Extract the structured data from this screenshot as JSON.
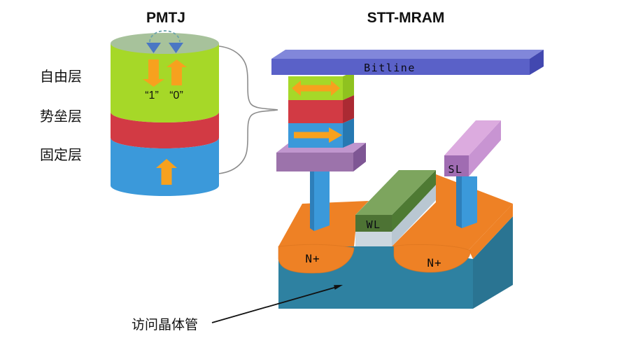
{
  "titles": {
    "pmtj": "PMTJ",
    "stt_mram": "STT-MRAM"
  },
  "pmtj": {
    "labels": {
      "free_layer": "自由层",
      "barrier_layer": "势垒层",
      "fixed_layer": "固定层"
    },
    "states": {
      "one": "“1”",
      "zero": "“0”"
    }
  },
  "stt": {
    "bitline": "Bitline",
    "wordline": "WL",
    "sourceline": "SL",
    "nplus_left": "N+",
    "nplus_right": "N+",
    "transistor": "访问晶体管"
  },
  "colors": {
    "free_layer_green": "#a6d828",
    "barrier_red": "#d23a44",
    "fixed_blue": "#3b99da",
    "arrow_orange": "#f7a11e",
    "cylinder_top": "#a7c29b",
    "triangle_blue": "#4a77c4",
    "bitline_blue": "#5a61c8",
    "electrode_purple": "#9c73ab",
    "sl_pink": "#dcabdf",
    "wl_green": "#7da55e",
    "oxide_gray": "#ccd7df",
    "nplus_orange": "#ee8125",
    "substrate_teal": "#2e81a1"
  }
}
